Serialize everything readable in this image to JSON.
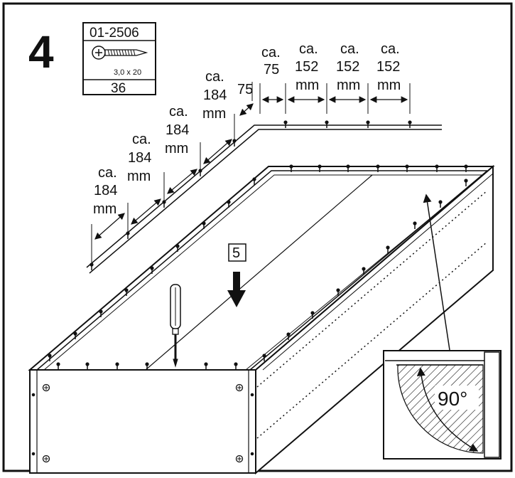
{
  "step": {
    "number": "4"
  },
  "part": {
    "code": "01-2506",
    "size": "3,0 x 20",
    "quantity": "36"
  },
  "sub_step": "5",
  "dimensions_horizontal": [
    {
      "ca": "ca.",
      "value": "75",
      "unit": ""
    },
    {
      "ca": "ca.",
      "value": "152",
      "unit": "mm"
    },
    {
      "ca": "ca.",
      "value": "152",
      "unit": "mm"
    },
    {
      "ca": "ca.",
      "value": "152",
      "unit": "mm"
    }
  ],
  "dimensions_diagonal": [
    {
      "ca": "",
      "value": "75",
      "unit": ""
    },
    {
      "ca": "ca.",
      "value": "184",
      "unit": "mm"
    },
    {
      "ca": "ca.",
      "value": "184",
      "unit": "mm"
    },
    {
      "ca": "ca.",
      "value": "184",
      "unit": "mm"
    }
  ],
  "angle_label": "90°"
}
